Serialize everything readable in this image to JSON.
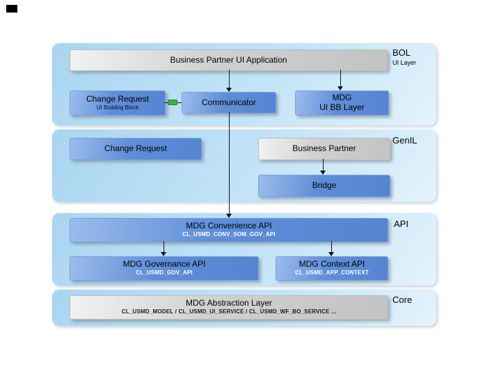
{
  "layers": {
    "bol": {
      "label": "BOL",
      "sublabel": "UI Layer"
    },
    "genil": {
      "label": "GenIL"
    },
    "api": {
      "label": "API"
    },
    "core": {
      "label": "Core"
    }
  },
  "nodes": {
    "bp_ui_app": {
      "title": "Business Partner UI Application"
    },
    "change_request_ui": {
      "title": "Change Request",
      "subtitle": "UI Building Block"
    },
    "communicator": {
      "title": "Communicator"
    },
    "mdg_ui_bb": {
      "line1": "MDG",
      "line2": "UI BB Layer"
    },
    "change_request": {
      "title": "Change Request"
    },
    "business_partner": {
      "title": "Business Partner"
    },
    "bridge": {
      "title": "Bridge"
    },
    "conv_api": {
      "title": "MDG Convenience API",
      "code": "CL_USMD_CONV_SOM_GOV_API"
    },
    "gov_api": {
      "title": "MDG Governance API",
      "code": "CL_USMD_GOV_API"
    },
    "context_api": {
      "title": "MDG Context API",
      "code": "CL_USMD_APP_CONTEXT"
    },
    "abstraction": {
      "title": "MDG Abstraction Layer",
      "code": "CL_USMD_MODEL / CL_USMD_UI_SERVICE / CL_USMD_WF_BO_SERVICE ..."
    }
  },
  "colors": {
    "layer_fill": "#c3e4f7",
    "blue_box": "#5f8ed8",
    "gray_box": "#d0d0d0",
    "connector_green": "#3fae3f",
    "arrow": "#141414"
  }
}
